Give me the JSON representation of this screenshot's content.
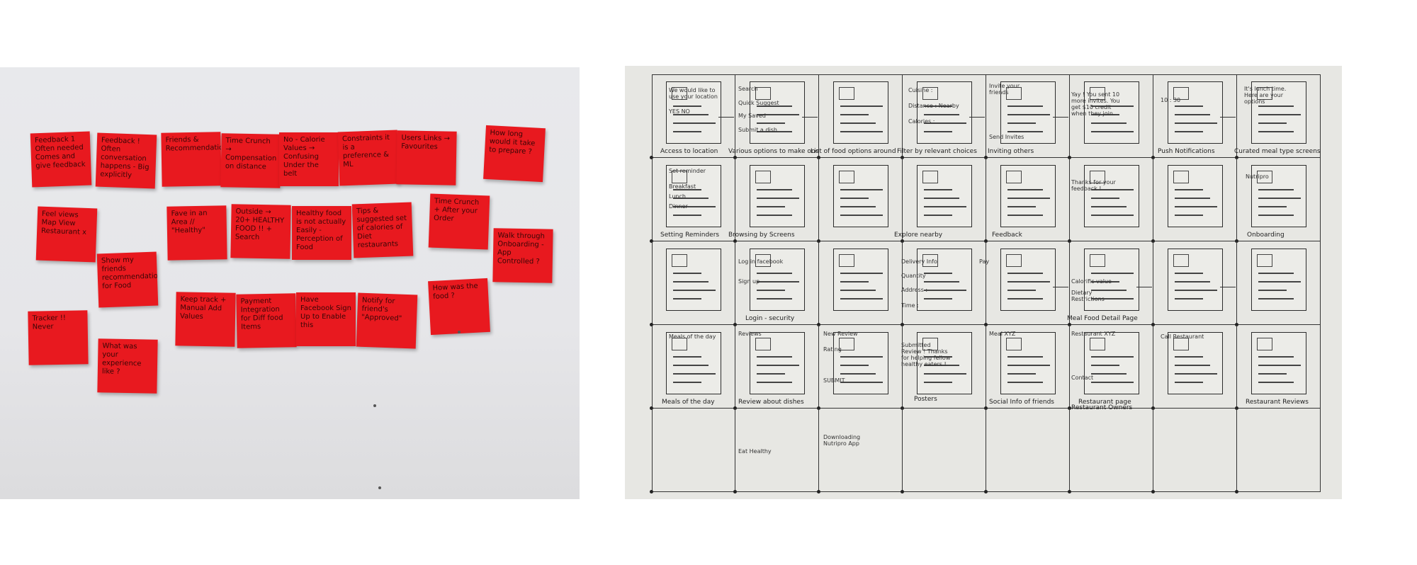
{
  "photos": {
    "sticky_notes": {
      "notes": [
        {
          "text": "Feedback 1 Often needed Comes and give feedback"
        },
        {
          "text": "Feedback ! Often conversation happens - Big explicitly"
        },
        {
          "text": "Friends & Recommendation"
        },
        {
          "text": "Time Crunch → Compensation on distance"
        },
        {
          "text": "No - Calorie Values → Confusing Under the belt"
        },
        {
          "text": "Constraints it is a preference & ML"
        },
        {
          "text": "Users Links → Favourites"
        },
        {
          "text": "How long would it take to prepare ?"
        },
        {
          "text": "Feel views Map View Restaurant x"
        },
        {
          "text": "Fave in an Area // \"Healthy\""
        },
        {
          "text": "Outside → 20+ HEALTHY FOOD !! + Search"
        },
        {
          "text": "Healthy food is not actually Easily - Perception of Food"
        },
        {
          "text": "Tips & suggested set of calories of Diet restaurants"
        },
        {
          "text": "Time Crunch + After your Order"
        },
        {
          "text": "Walk through Onboarding - App Controlled ?"
        },
        {
          "text": "Show my friends recommendations for Food"
        },
        {
          "text": "Keep track + Manual Add Values"
        },
        {
          "text": "Payment Integration for Diff food Items"
        },
        {
          "text": "Have Facebook Sign Up to Enable this"
        },
        {
          "text": "Notify for friend's \"Approved\""
        },
        {
          "text": "How was the food ?"
        },
        {
          "text": "Tracker !! Never"
        },
        {
          "text": "What was your experience like ?"
        }
      ]
    },
    "storyboard": {
      "captions": [
        "Access to location",
        "Various options to make one",
        "List of food options around",
        "Filter by relevant choices",
        "Inviting others",
        "Push Notifications",
        "Curated meal type screens",
        "Setting Reminders",
        "Browsing by Screens",
        "Explore nearby",
        "Feedback",
        "Onboarding",
        "Login - security",
        "Meal Food Detail Page",
        "Meals of the day",
        "Review about dishes",
        "Social Info of friends",
        "Restaurant page",
        "Restaurant Reviews",
        "Restaurant Owners",
        "Posters"
      ],
      "screen_text": [
        "We would like to use your location",
        "YES  NO",
        "Search",
        "Quick Suggest",
        "My Saved",
        "Submit a dish",
        "Cuisine :",
        "Distance : Nearby",
        "Calories :",
        "Invite your friends",
        "Send Invites",
        "Yay ! You sent 10 more invites. You get $10 credit when they join.",
        "10 : 30",
        "It's lunch time. Here are your options",
        "Set reminder",
        "Breakfast",
        "Lunch",
        "Dinner",
        "Thanks for your feedback !",
        "Nutripro",
        "Log in facebook",
        "Sign up",
        "Delivery Info",
        "Quantity",
        "Address :",
        "Time :",
        "Pay",
        "Calorific value",
        "Dietary Restrictions",
        "Meals of the day",
        "Reviews",
        "New Review",
        "Rating",
        "SUBMIT",
        "Submitted Review ! Thanks for helping fellow healthy eaters !",
        "Meal XYZ",
        "Restaurant XYZ",
        "Contact",
        "Call Restaurant",
        "Downloading Nutripro App",
        "Eat Healthy"
      ]
    }
  },
  "colors": {
    "note": "#e8191f",
    "wall": "#e6e6e9",
    "paper": "#e7e7e3",
    "ink": "#2b2b2b"
  }
}
